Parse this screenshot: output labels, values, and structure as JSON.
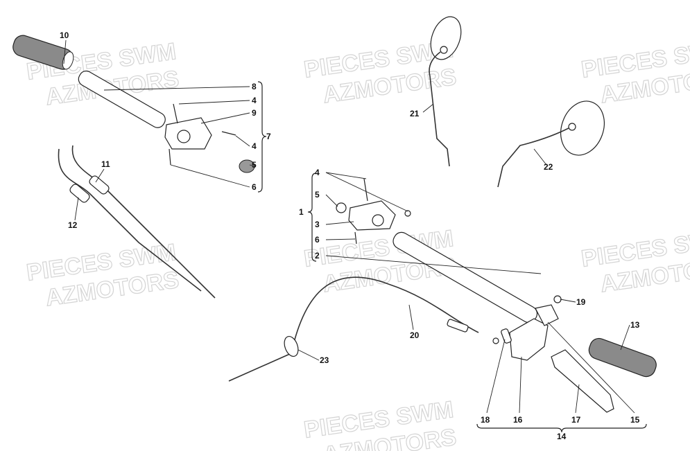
{
  "diagram": {
    "title": "Handlebar assembly parts diagram",
    "watermark_lines": [
      "PIECES SWM",
      "AZMOTORS"
    ],
    "callouts": [
      "10",
      "8",
      "4",
      "9",
      "7",
      "4",
      "5",
      "6",
      "11",
      "12",
      "21",
      "22",
      "4",
      "5",
      "1",
      "3",
      "6",
      "2",
      "19",
      "20",
      "13",
      "23",
      "18",
      "16",
      "17",
      "15",
      "14"
    ]
  }
}
